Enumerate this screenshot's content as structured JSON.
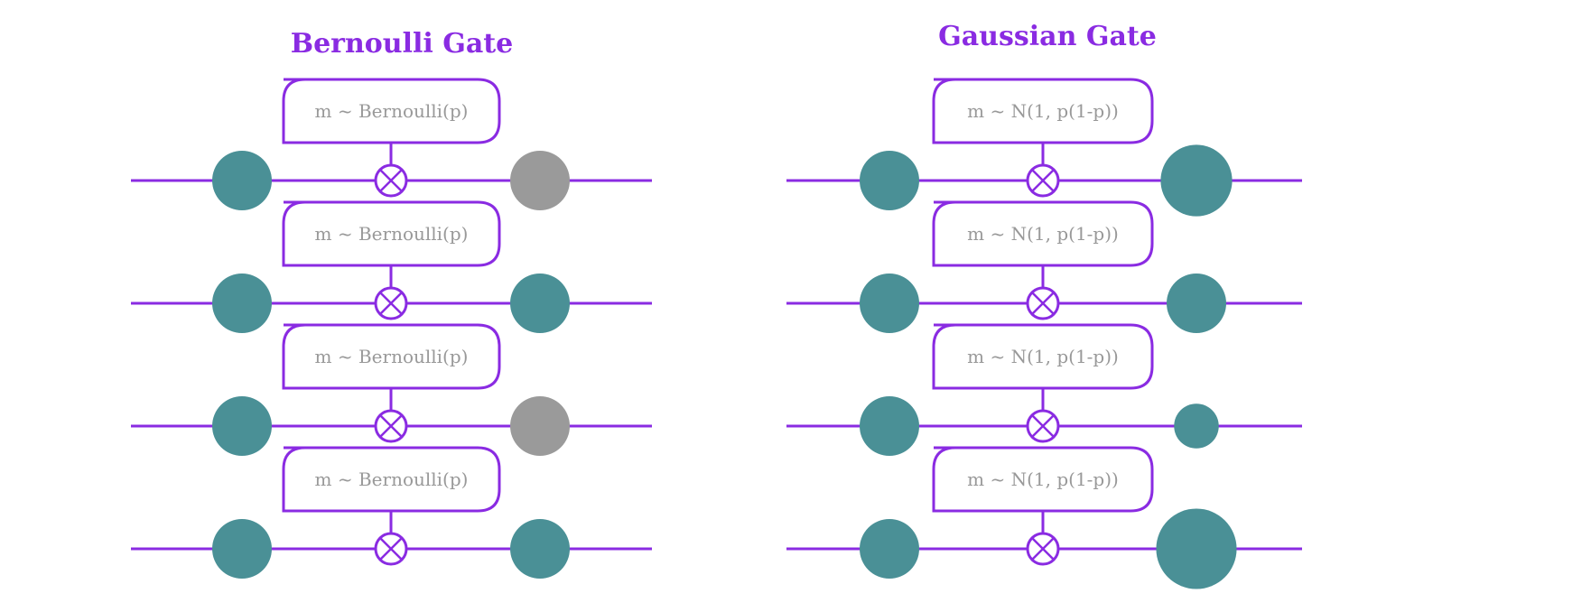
{
  "colors": {
    "accent": "#8a2be2",
    "title": "#8a2be2",
    "node_active": "#4a9096",
    "node_dropped": "#9a9a9a",
    "formula_text": "#999999"
  },
  "left_gate": {
    "title": "Bernoulli Gate",
    "rows": [
      {
        "formula": "m ~ Bernoulli(p)",
        "output_state": "dropped",
        "output_scale": 1.0
      },
      {
        "formula": "m ~ Bernoulli(p)",
        "output_state": "active",
        "output_scale": 1.0
      },
      {
        "formula": "m ~ Bernoulli(p)",
        "output_state": "dropped",
        "output_scale": 1.0
      },
      {
        "formula": "m ~ Bernoulli(p)",
        "output_state": "active",
        "output_scale": 1.0
      }
    ]
  },
  "right_gate": {
    "title": "Gaussian Gate",
    "rows": [
      {
        "formula": "m ~ N(1,  p(1-p))",
        "output_state": "active",
        "output_scale": 1.2
      },
      {
        "formula": "m ~ N(1,  p(1-p))",
        "output_state": "active",
        "output_scale": 1.0
      },
      {
        "formula": "m ~ N(1,  p(1-p))",
        "output_state": "active",
        "output_scale": 0.75
      },
      {
        "formula": "m ~ N(1,  p(1-p))",
        "output_state": "active",
        "output_scale": 1.35
      }
    ]
  }
}
